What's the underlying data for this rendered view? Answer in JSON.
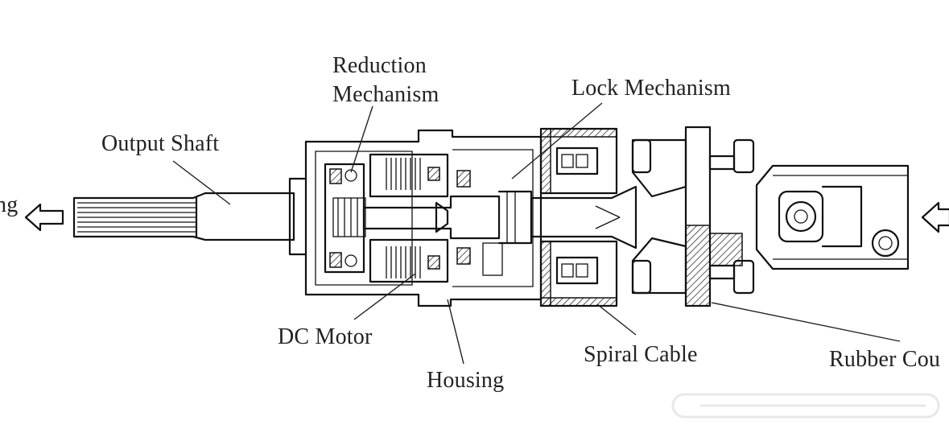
{
  "labels": {
    "reduction_line1": "Reduction",
    "reduction_line2": "Mechanism",
    "lock_mechanism": "Lock Mechanism",
    "output_shaft": "Output Shaft",
    "left_cut": "ng",
    "dc_motor": "DC Motor",
    "spiral_cable": "Spiral Cable",
    "housing": "Housing",
    "rubber_coupling": "Rubber Cou"
  },
  "colors": {
    "line": "#111111",
    "background": "#ffffff",
    "watermark": "#d6d6d6"
  }
}
